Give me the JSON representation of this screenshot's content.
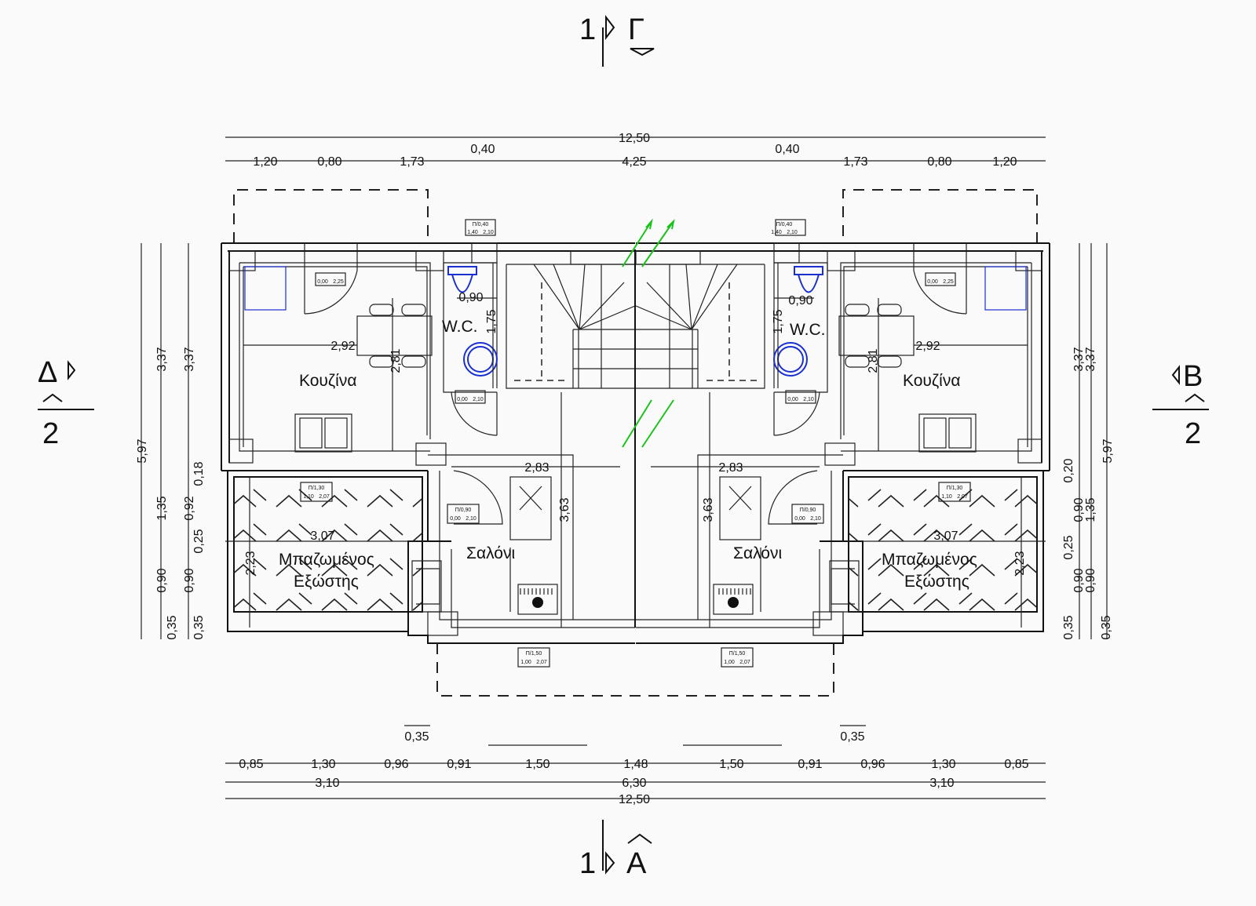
{
  "section_markers": {
    "top": {
      "number": "1",
      "letter": "Γ"
    },
    "bottom": {
      "number": "1",
      "letter": "A"
    },
    "left": {
      "letter": "Δ",
      "number": "2"
    },
    "right": {
      "letter": "B",
      "number": "2"
    }
  },
  "rooms": {
    "kitchen": "Κουζίνα",
    "wc": "W.C.",
    "living": "Σαλόνι",
    "closed_balcony_line1": "Μπαζωμένος",
    "closed_balcony_line2": "Εξώστης"
  },
  "dims_top": {
    "total": "12,50",
    "chain": [
      "1,20",
      "0,80",
      "1,73",
      "0,40",
      "4,25",
      "0,40",
      "1,73",
      "0,80",
      "1,20"
    ]
  },
  "dims_bottom": {
    "chain": [
      "0,85",
      "1,30",
      "0,96",
      "0,91",
      "1,50",
      "1,48",
      "1,50",
      "0,91",
      "0,96",
      "1,30",
      "0,85"
    ],
    "mid": [
      "3,10",
      "6,30",
      "3,10"
    ],
    "total": "12,50",
    "small": [
      "0,35",
      "0,35"
    ]
  },
  "dims_left": {
    "outer": "5,97",
    "middle": [
      "3,37",
      "1,35",
      "0,90",
      "0,35"
    ],
    "inner": [
      "3,37",
      "0,18",
      "0,92",
      "0,25",
      "0,90",
      "0,35"
    ]
  },
  "dims_right": {
    "outer": "5,97",
    "middle": [
      "3,37",
      "1,35",
      "0,90",
      "0,35"
    ],
    "inner": [
      "3,37",
      "0,20",
      "0,90",
      "0,25",
      "0,90",
      "0,35"
    ]
  },
  "dims_interior": {
    "kitchen_width": "2,92",
    "kitchen_depth": "2,81",
    "wc_width": "0,90",
    "wc_depth": "1,75",
    "living_width": "2,83",
    "living_depth": "3,63",
    "balcony_width": "3,07",
    "balcony_depth": "2,23"
  },
  "door_tags": {
    "window_top": {
      "type": "Π/0,40",
      "a": "1,40",
      "b": "2,10"
    },
    "kitchen_door": {
      "a": "0,00",
      "b": "2,25"
    },
    "wc_door": {
      "a": "0,00",
      "b": "2,10"
    },
    "balcony_window": {
      "type": "Π/1,30",
      "a": "1,10",
      "b": "2,07"
    },
    "living_door": {
      "type": "Π/0,90",
      "a": "0,00",
      "b": "2,10"
    },
    "living_window": {
      "type": "Π/1,50",
      "a": "1,00",
      "b": "2,07"
    }
  },
  "colors": {
    "plumbing": "#1a2fd0",
    "arrows": "#1bc21b",
    "lines": "#111111"
  }
}
